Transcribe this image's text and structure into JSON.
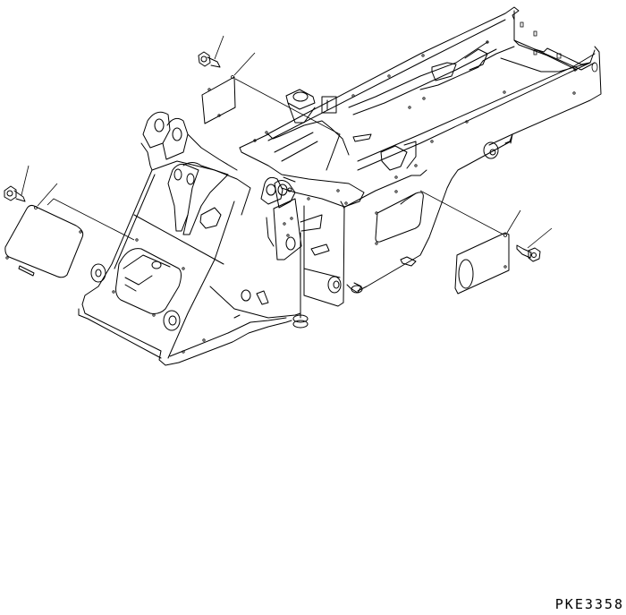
{
  "diagram": {
    "type": "exploded-parts-view",
    "subject": "main frame with inspection cover plates and bolts",
    "drawing_code": "PKE3358",
    "stroke_color": "#000000",
    "background_color": "#ffffff",
    "parts": [
      {
        "id": "bolt-top",
        "shape": "hex flange bolt",
        "position": "upper-center"
      },
      {
        "id": "cover-top",
        "shape": "rectangular cover plate",
        "position": "upper-center"
      },
      {
        "id": "bolt-left",
        "shape": "hex flange bolt",
        "position": "left"
      },
      {
        "id": "cover-left",
        "shape": "rounded rectangular cover plate",
        "position": "left"
      },
      {
        "id": "bolt-right",
        "shape": "hex flange bolt",
        "position": "right"
      },
      {
        "id": "cover-right",
        "shape": "cover plate with oval window",
        "position": "right"
      },
      {
        "id": "front-frame",
        "shape": "front frame with loader pin bosses",
        "position": "center-left"
      },
      {
        "id": "rear-frame",
        "shape": "rear frame box section",
        "position": "upper-right"
      }
    ]
  }
}
